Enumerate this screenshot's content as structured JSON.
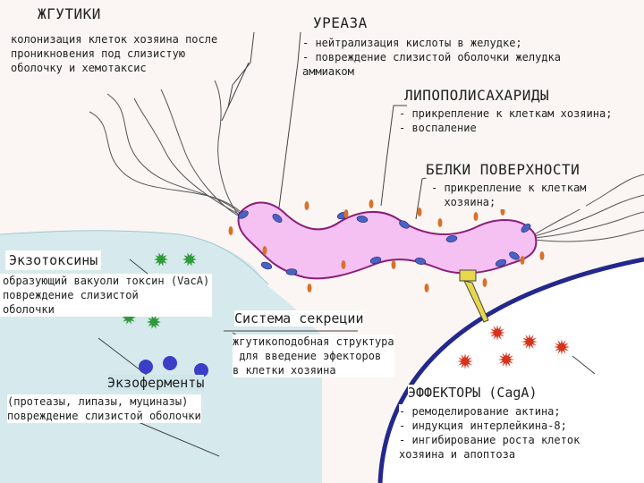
{
  "flagella": {
    "title": "ЖГУТИКИ",
    "desc": "колонизация клеток хозяина после\nпроникновения под слизистую\nоболочку и хемотаксис"
  },
  "urease": {
    "title": "УРЕАЗА",
    "desc": "- нейтрализация кислоты в желудке;\n- повреждение слизистой оболочки желудка\nаммиаком"
  },
  "lps": {
    "title": "ЛИПОПОЛИСАХАРИДЫ",
    "desc": "- прикрепление к клеткам хозяина;\n- воспаление"
  },
  "surface_proteins": {
    "title": "БЕЛКИ ПОВЕРХНОСТИ",
    "desc": "- прикрепление к клеткам\n  хозяина;"
  },
  "exotoxins": {
    "title": "Экзотоксины",
    "desc": "образующий вакуоли токсин (VacA)\nповреждение слизистой\nоболочки"
  },
  "secretion": {
    "title": "Система секреции",
    "desc": "жгутикоподобная структура\n для введение эфекторов\nв клетки хозяина"
  },
  "exoenzymes": {
    "title": "Экзоферменты",
    "desc": "(протеазы, липазы, муциназы)\nповреждение слизистой оболочки"
  },
  "effectors": {
    "title": "ЭФФЕКТОРЫ (CagA)",
    "desc": "- ремоделирование актина;\n- индукция интерлейкина-8;\n- ингибирование роста клеток\nхозяина и апоптоза"
  },
  "colors": {
    "bacterium_fill": "#f5c0f2",
    "bacterium_outline": "#8a1f78",
    "host_cell_membrane": "#24288c",
    "mucus": "#cde6e8",
    "exotoxin": "#2f9a3a",
    "exoenzyme": "#3b3fc8",
    "effector": "#d8321c",
    "urease_dot": "#4a62c4",
    "lps_spike": "#d8722a",
    "secretion_needle": "#e6d84a"
  }
}
